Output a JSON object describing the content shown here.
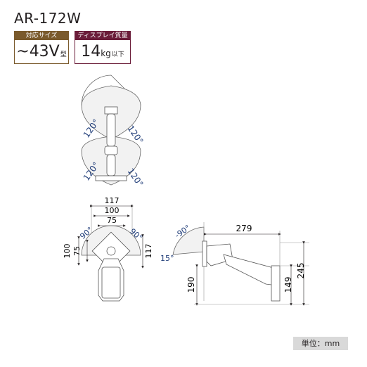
{
  "model": "AR-172W",
  "specs": {
    "size": {
      "label": "対応サイズ",
      "prefix": "~",
      "value": "43V",
      "suffix": "型"
    },
    "weight": {
      "label": "ディスプレイ質量",
      "value": "14",
      "unit": "kg",
      "suffix": "以下"
    }
  },
  "top_view": {
    "left_angle": "120°",
    "right_angle": "120°",
    "left_angle_2": "120°",
    "right_angle_2": "120°"
  },
  "front_view": {
    "w1": "117",
    "w2": "100",
    "w3": "75",
    "left_tilt": "90°",
    "right_tilt": "90°",
    "h1": "100",
    "h2": "75",
    "h3": "117"
  },
  "side_view": {
    "tilt_up": "-90°",
    "tilt_down": "15°",
    "depth": "279",
    "height_low": "190",
    "plate_h1": "149",
    "plate_h2": "245"
  },
  "unit_label": "単位：mm",
  "colors": {
    "size_header": "#7a5a2c",
    "weight_header": "#6b1d3a",
    "angle_text": "#1f3c78"
  }
}
